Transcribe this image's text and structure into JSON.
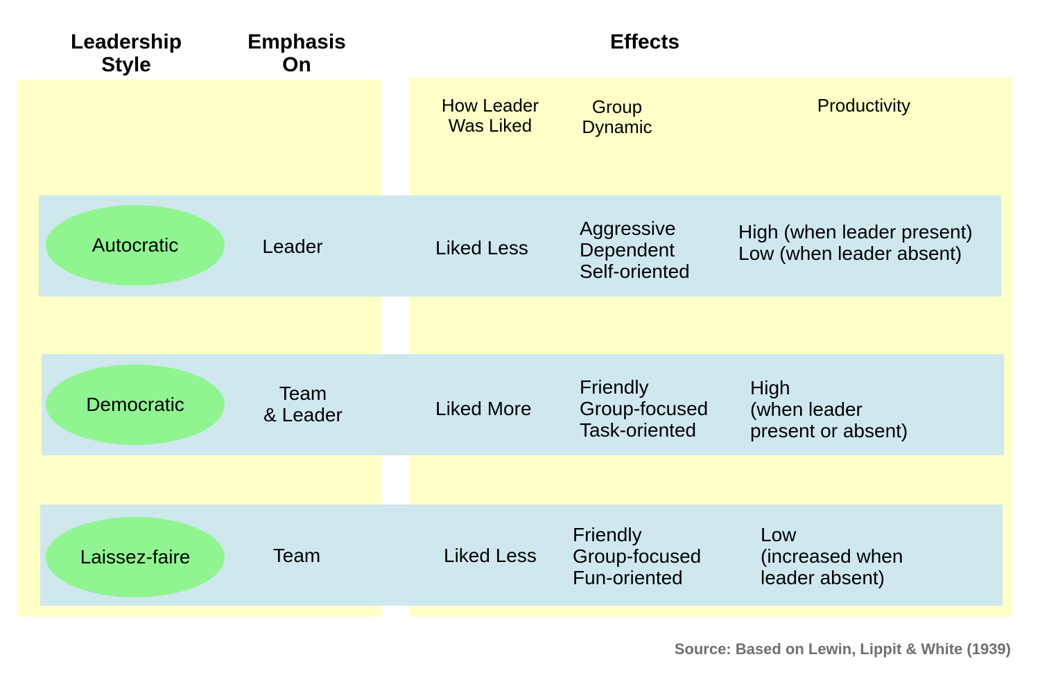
{
  "headers": {
    "style": [
      "Leadership",
      "Style"
    ],
    "emphasis": [
      "Emphasis",
      "On"
    ],
    "effects": "Effects"
  },
  "subheaders": {
    "liked": [
      "How Leader",
      "Was Liked"
    ],
    "dynamic": [
      "Group",
      "Dynamic"
    ],
    "productivity": "Productivity"
  },
  "rows": [
    {
      "style": "Autocratic",
      "emphasis": [
        "Leader"
      ],
      "liked": "Liked Less",
      "dynamic": [
        "Aggressive",
        "Dependent",
        "Self-oriented"
      ],
      "productivity": [
        "High (when leader present)",
        "Low (when leader absent)"
      ]
    },
    {
      "style": "Democratic",
      "emphasis": [
        "Team",
        "& Leader"
      ],
      "liked": "Liked More",
      "dynamic": [
        "Friendly",
        "Group-focused",
        "Task-oriented"
      ],
      "productivity": [
        "High",
        "(when leader",
        "present or absent)"
      ]
    },
    {
      "style": "Laissez-faire",
      "emphasis": [
        "Team"
      ],
      "liked": "Liked Less",
      "dynamic": [
        "Friendly",
        "Group-focused",
        "Fun-oriented"
      ],
      "productivity": [
        "Low",
        "(increased when",
        "leader absent)"
      ]
    }
  ],
  "source": "Source: Based on Lewin, Lippit & White (1939)",
  "colors": {
    "panel": "#ffffc8",
    "band": "#cfe8ee",
    "ellipse": "#90f590",
    "source_text": "#707070"
  }
}
